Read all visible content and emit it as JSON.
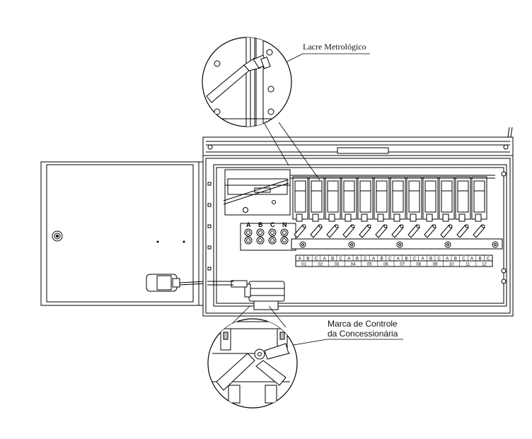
{
  "callouts": {
    "seal_label": "Lacre Metrológico",
    "brand_mark_line1": "Marca de Controle",
    "brand_mark_line2": "da Concessionária"
  },
  "bus_labels": [
    "A",
    "B",
    "C",
    "N"
  ],
  "terminal_strip": {
    "phases": [
      "A",
      "B",
      "C",
      "A",
      "B",
      "C",
      "A",
      "B",
      "C",
      "A",
      "B",
      "C",
      "A",
      "B",
      "C",
      "A",
      "B",
      "C",
      "A",
      "B",
      "C",
      "A",
      "B",
      "C"
    ],
    "numbers": [
      "01",
      "02",
      "03",
      "04",
      "05",
      "06",
      "07",
      "08",
      "09",
      "10",
      "11",
      "12"
    ]
  },
  "colors": {
    "line": "#000000",
    "fill": "#ffffff",
    "shade": "#bdbdbd"
  }
}
